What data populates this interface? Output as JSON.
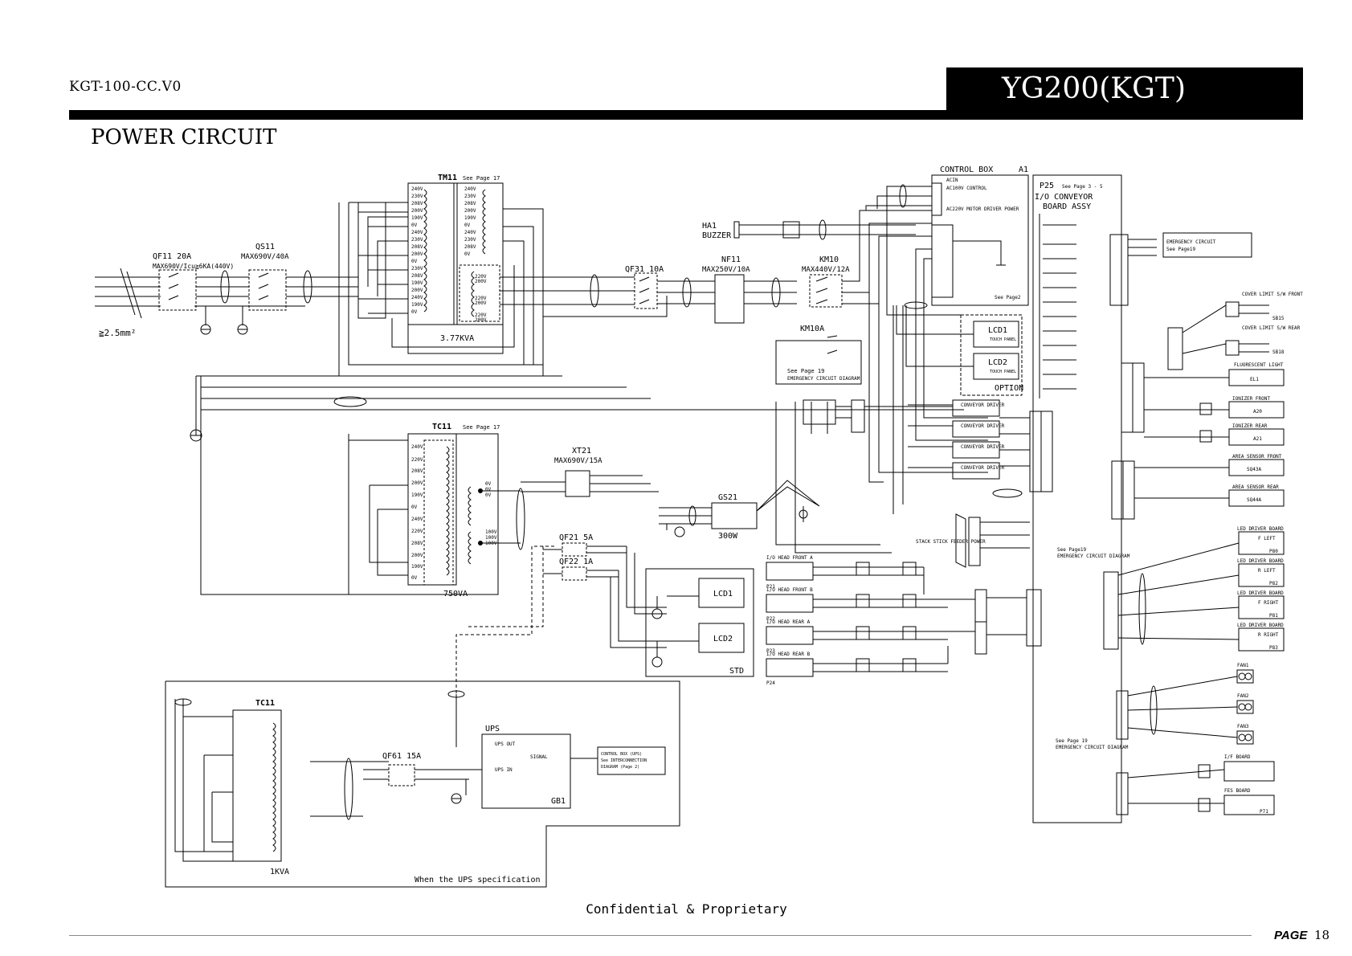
{
  "header": {
    "doc_code": "KGT-100-CC.V0",
    "model": "YG200(KGT)"
  },
  "page_title": "POWER CIRCUIT",
  "footer": {
    "confidential": "Confidential & Proprietary",
    "page_label": "PAGE",
    "page_number": "18"
  },
  "labels": {
    "wire_size": "≧2.5mm²",
    "qf11": "QF11 20A",
    "qf11_rating": "MAX690V/Icu≧6KA(440V)",
    "qs11": "QS11",
    "qs11_rating": "MAX690V/40A",
    "tm11": "TM11",
    "tm11_ref": "See Page 17",
    "tm11_kva": "3.77KVA",
    "qf31": "QF31 10A",
    "nf11": "NF11",
    "nf11_rating": "MAX250V/10A",
    "km10": "KM10",
    "km10_rating": "MAX440V/12A",
    "km10a": "KM10A",
    "ha1": "HA1",
    "buzzer": "BUZZER",
    "emerg_ref": "See Page 19",
    "emerg_diag": "EMERGENCY CIRCUIT DIAGRAM",
    "control_box": "CONTROL BOX",
    "a1": "A1",
    "ac_ctrl": "AC100V CONTROL",
    "ac_motor": "AC220V MOTOR DRIVER POWER",
    "acin": "ACIN",
    "see_page2": "See Page2",
    "lcd1": "LCD1",
    "lcd2": "LCD2",
    "touch_panel": "TOUCH PANEL",
    "option": "OPTION",
    "std": "STD",
    "p25": "P25",
    "p25_ref": "See Page 3 - 5",
    "io_board": "I/O CONVEYOR",
    "board_assy": "BOARD ASSY",
    "tc11": "TC11",
    "tc11_ref": "See Page 17",
    "tc11_kva": "750VA",
    "xt21": "XT21",
    "xt21_rating": "MAX690V/15A",
    "gs21": "GS21",
    "gs21_w": "300W",
    "qf21": "QF21 5A",
    "qf22": "QF22 1A",
    "conv_driver": "CONVEYOR DRIVER",
    "stack_feeder": "STACK STICK FEEDER POWER",
    "emergency_circuit": "EMERGENCY CIRCUIT",
    "see_page19": "See Page19",
    "ups": "UPS",
    "ups_out": "UPS OUT",
    "ups_in": "UPS IN",
    "signal": "SIGNAL",
    "gb1": "GB1",
    "qf61": "QF61 15A",
    "ctrl_box_ups": "CONTROL BOX (UPS)",
    "see_interconn": "See INTERCONNECTION",
    "diagram_page2": "DIAGRAM (Page 2)",
    "tc11_ups_kva": "1KVA",
    "ups_note": "When the UPS specification",
    "cover_limit_front": "COVER LIMIT S/W FRONT",
    "cover_limit_rear": "COVER LIMIT S/W REAR",
    "fluorescent": "FLUORESCENT LIGHT",
    "el1": "EL1",
    "ionizer_front": "IONIZER FRONT",
    "ionizer_rear": "IONIZER REAR",
    "a20": "A20",
    "a21": "A21",
    "area_front": "AREA SENSOR FRONT",
    "area_rear": "AREA SENSOR REAR",
    "sq43a": "SQ43A",
    "sq44a": "SQ44A",
    "sb15": "SB15",
    "sb18": "SB18",
    "led_driver": "LED DRIVER BOARD",
    "f_left": "F LEFT",
    "r_left": "R LEFT",
    "f_right": "F RIGHT",
    "r_right": "R RIGHT",
    "p80": "P80",
    "p82": "P82",
    "p81": "P81",
    "p83": "P83",
    "fan1": "FAN1",
    "fan2": "FAN2",
    "fan3": "FAN3",
    "if_board": "I/F BOARD",
    "fes_board": "FES BOARD",
    "p71": "P71",
    "io_head_front_a": "I/O HEAD FRONT A",
    "io_head_front_b": "I/O HEAD FRONT B",
    "io_head_rear_a": "I/O HEAD REAR A",
    "io_head_rear_b": "I/O HEAD REAR B",
    "p21": "P21",
    "p22": "P22",
    "p23": "P23",
    "p24": "P24"
  },
  "colors": {
    "ink": "#000000",
    "paper": "#ffffff",
    "rule": "#888888"
  }
}
